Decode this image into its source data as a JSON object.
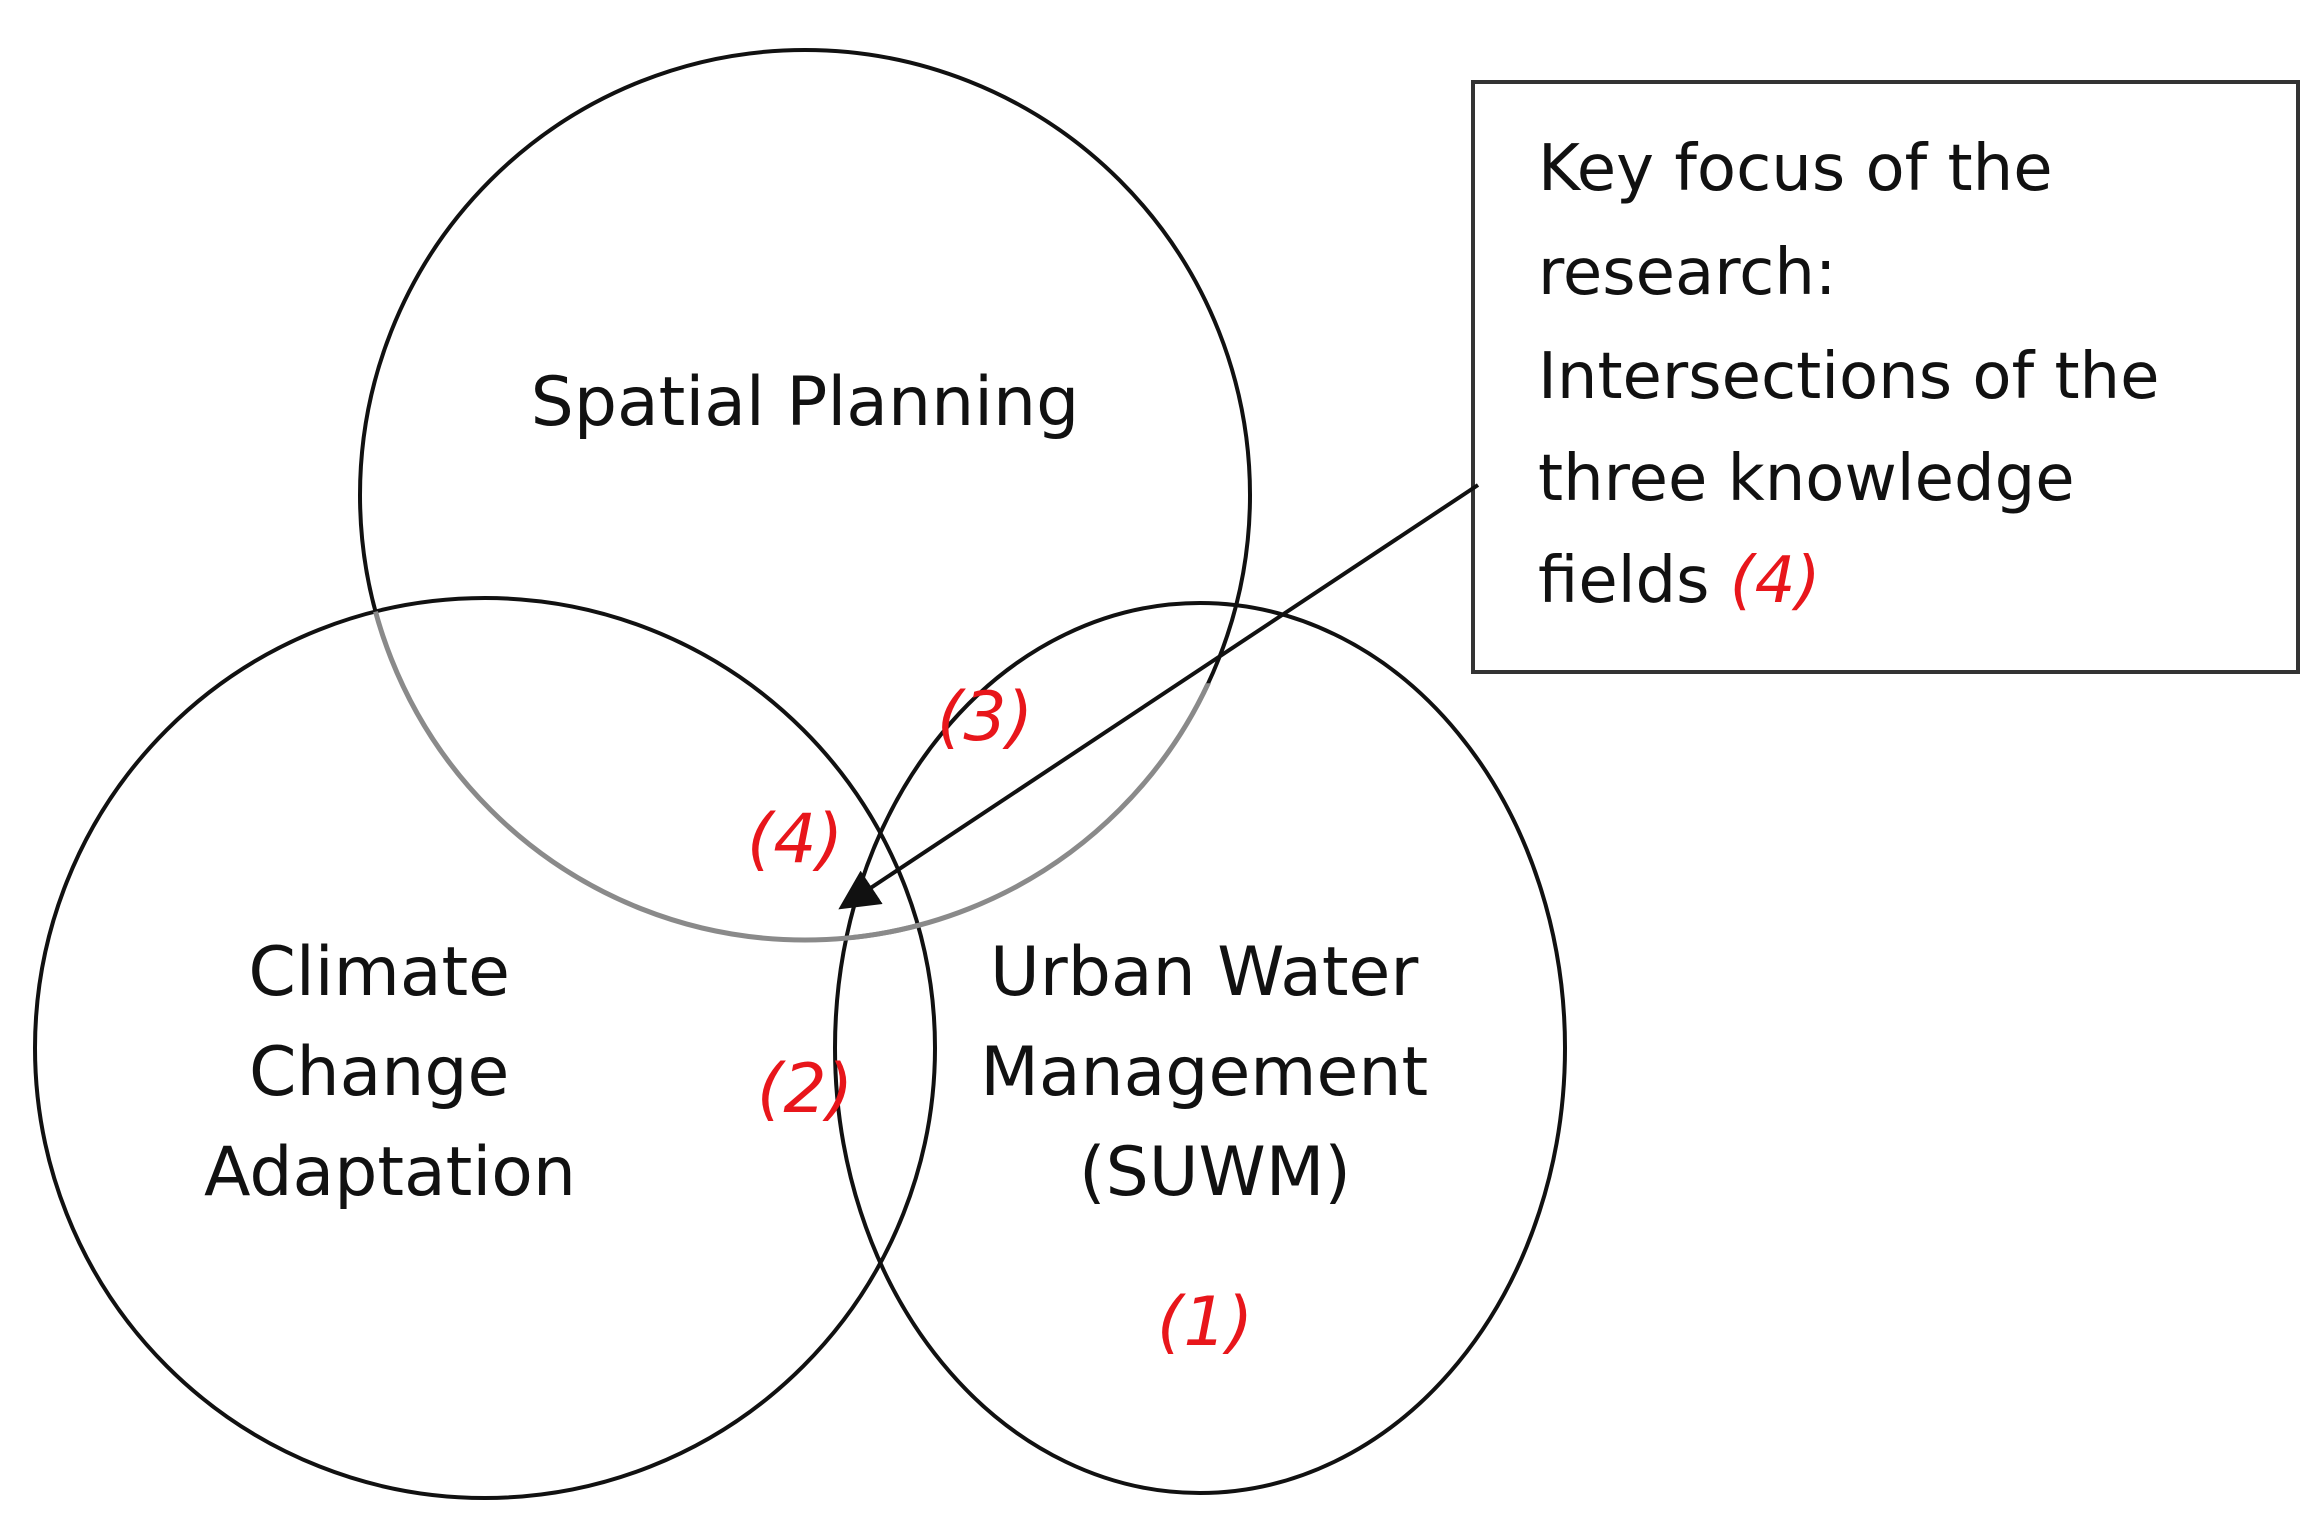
{
  "circles": {
    "spatial_planning": {
      "label": "Spatial Planning"
    },
    "climate_change_adaptation": {
      "label_lines": [
        "Climate",
        "Change",
        "Adaptation"
      ]
    },
    "urban_water_management": {
      "label_lines": [
        "Urban Water",
        "Management",
        "(SUWM)"
      ]
    }
  },
  "regions": {
    "r1": "(1)",
    "r2": "(2)",
    "r3": "(3)",
    "r4": "(4)"
  },
  "callout": {
    "lines": [
      "Key focus of the",
      "research:",
      "Intersections of the",
      "three knowledge",
      "fields "
    ],
    "highlight": "(4)"
  },
  "colors": {
    "outline": "#111111",
    "overlap_outline": "#8a8a8a",
    "accent": "#e8161b",
    "background": "#ffffff"
  }
}
